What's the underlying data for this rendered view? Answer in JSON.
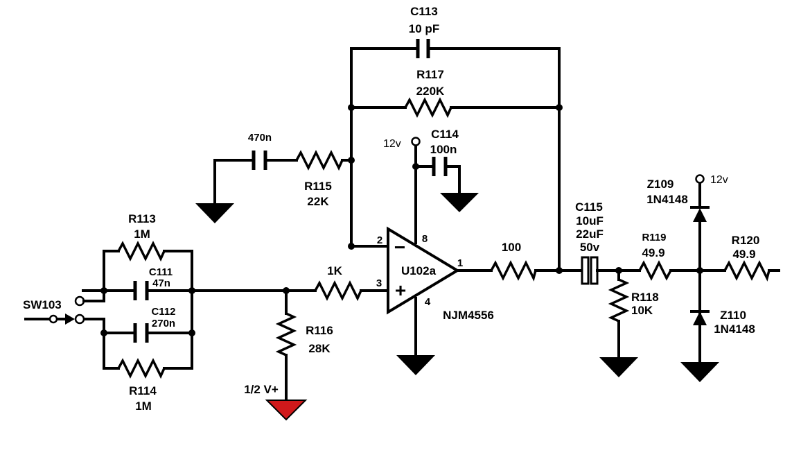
{
  "labels": {
    "c113_ref": "C113",
    "c113_val": "10 pF",
    "r117_ref": "R117",
    "r117_val": "220K",
    "c_in_val": "470n",
    "r115_ref": "R115",
    "r115_val": "22K",
    "v12_a": "12v",
    "c114_ref": "C114",
    "c114_val": "100n",
    "r113_ref": "R113",
    "r113_val": "1M",
    "c111_ref": "C111",
    "c111_val": "47n",
    "sw103": "SW103",
    "c112_ref": "C112",
    "c112_val": "270n",
    "r114_ref": "R114",
    "r114_val": "1M",
    "r1k_val": "1K",
    "r116_ref": "R116",
    "r116_val": "28K",
    "half_v": "1/2 V+",
    "u102_ref": "U102a",
    "u102_part": "NJM4556",
    "pin2": "2",
    "pin3": "3",
    "pin8": "8",
    "pin4": "4",
    "pin1": "1",
    "minus": "−",
    "plus": "+",
    "r100_val": "100",
    "c115_ref": "C115",
    "c115_val1": "10uF",
    "c115_val2": "22uF",
    "c115_val3": "50v",
    "r119_ref": "R119",
    "r119_val": "49.9",
    "r118_ref": "R118",
    "r118_val": "10K",
    "z109_ref": "Z109",
    "z109_val": "1N4148",
    "v12_b": "12v",
    "r120_ref": "R120",
    "r120_val": "49.9",
    "z110_ref": "Z110",
    "z110_val": "1N4148"
  },
  "colors": {
    "line": "#000000",
    "half_v_ground": "#d0191b",
    "background": "#ffffff"
  }
}
